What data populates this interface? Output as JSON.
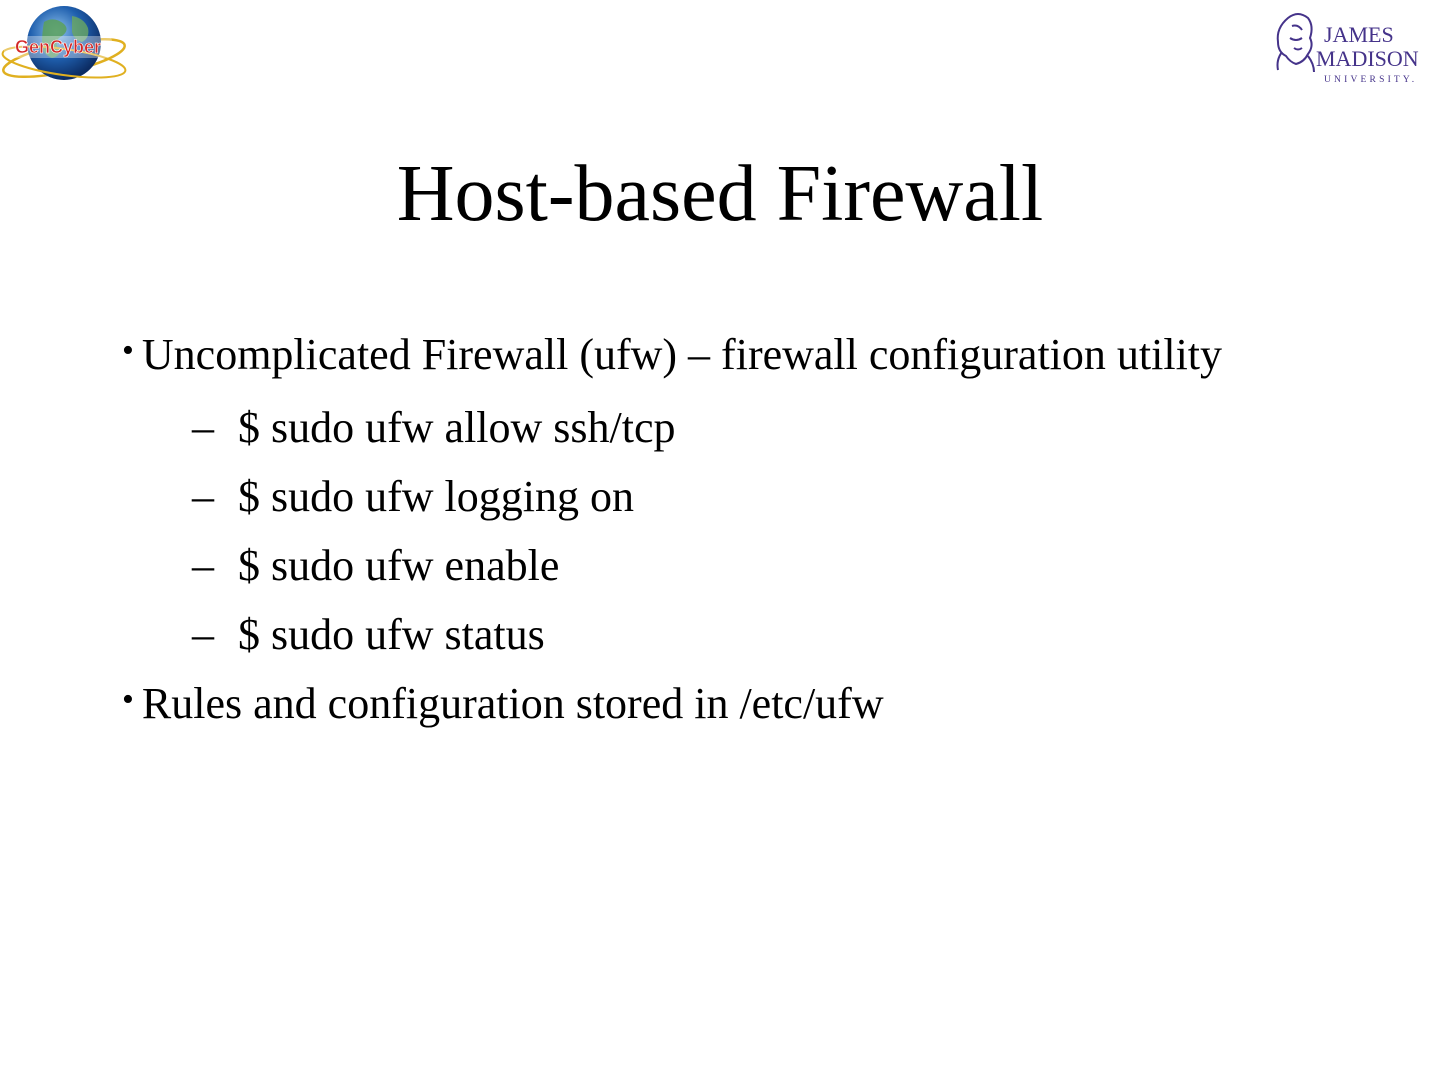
{
  "logos": {
    "left_text": "GenCyber",
    "right_line1": "JAMES",
    "right_line2": "MADISON",
    "right_line3": "UNIVERSITY."
  },
  "slide": {
    "title": "Host-based Firewall",
    "bullets": [
      {
        "symbol": "•",
        "text": "Uncomplicated Firewall (ufw) – firewall configuration utility",
        "subitems": [
          {
            "symbol": "–",
            "text": "$ sudo ufw allow ssh/tcp"
          },
          {
            "symbol": "–",
            "text": "$ sudo ufw logging on"
          },
          {
            "symbol": "–",
            "text": "$ sudo ufw enable"
          },
          {
            "symbol": "–",
            "text": "$ sudo ufw status"
          }
        ]
      },
      {
        "symbol": "•",
        "text": "Rules and configuration stored in /etc/ufw",
        "subitems": []
      }
    ]
  },
  "colors": {
    "background": "#ffffff",
    "text": "#000000",
    "jmu_purple": "#45338a",
    "gencyber_red": "#d32626",
    "globe_blue": "#1f5fae",
    "orbit_gold": "#e0b020"
  },
  "icons": [
    "gencyber-logo",
    "jmu-logo"
  ]
}
